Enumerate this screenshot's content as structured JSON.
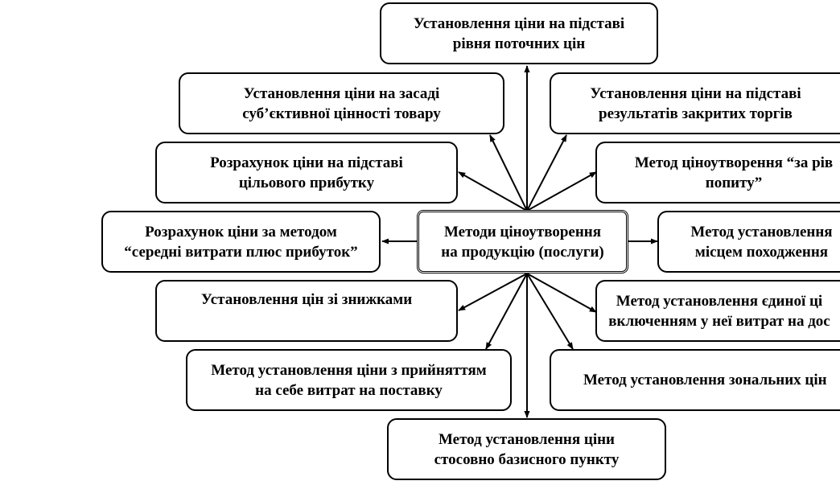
{
  "diagram": {
    "center": {
      "label": "Методи ціноутворення\nна продукцію (послуги)"
    },
    "nodes": [
      {
        "id": "top",
        "label": "Установлення  ціни на підставі\nрівня поточних цін"
      },
      {
        "id": "upper-left",
        "label": "Установлення  ціни на засаді\nсуб’єктивної  цінності товару"
      },
      {
        "id": "upper-right",
        "label": "Установлення  ціни на підставі\nрезультатів  закритих  торгів"
      },
      {
        "id": "mid-left-upper",
        "label": "Розрахунок  ціни на підставі\nцільового прибутку"
      },
      {
        "id": "mid-right-upper",
        "label": "Метод ціноутворення  “за рів\nпопиту”"
      },
      {
        "id": "left",
        "label": "Розрахунок  ціни за методом\n“середні  витрати  плюс прибуток”"
      },
      {
        "id": "right",
        "label": "Метод  установлення\nмісцем  походження"
      },
      {
        "id": "mid-left-lower",
        "label": "Установлення  цін зі знижками"
      },
      {
        "id": "mid-right-lower",
        "label": "Метод  установлення  єдиної ці\nвключенням  у неї витрат  на дос"
      },
      {
        "id": "lower-left",
        "label": "Метод установлення  ціни з прийняттям\nна себе витрат на поставку"
      },
      {
        "id": "lower-right",
        "label": "Метод установлення  зональних  цін"
      },
      {
        "id": "bottom",
        "label": "Метод  установлення  ціни\nстосовно базисного пункту"
      }
    ]
  }
}
